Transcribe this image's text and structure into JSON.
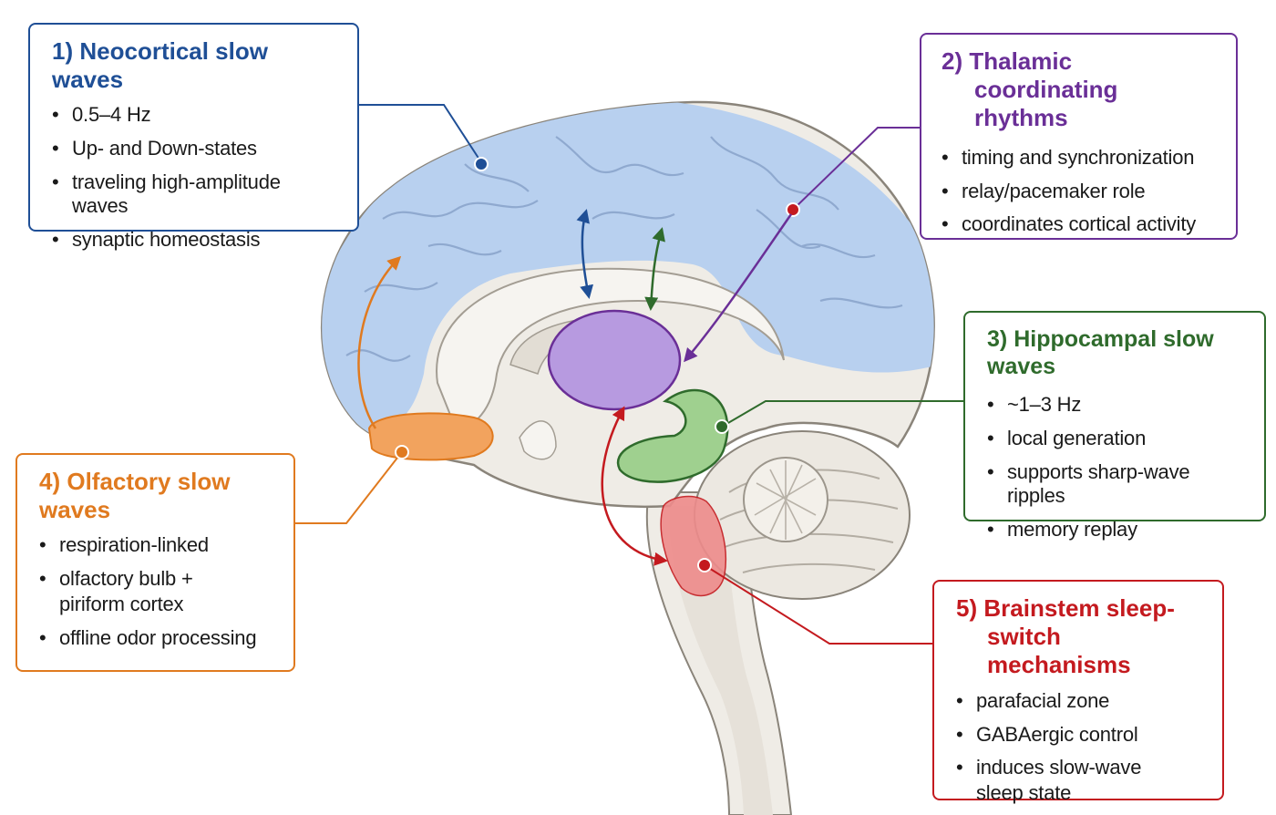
{
  "labels": {
    "neocortical": {
      "number": "1)",
      "title": "Neocortical slow waves",
      "items": [
        "0.5–4 Hz",
        "Up- and Down-states",
        "traveling high-amplitude waves",
        "synaptic homeostasis"
      ]
    },
    "thalamic": {
      "number": "2)",
      "title_line1": "Thalamic",
      "title_line2": "coordinating rhythms",
      "items": [
        "timing and synchronization",
        "relay/pacemaker role",
        "coordinates cortical activity"
      ]
    },
    "hippocampal": {
      "number": "3)",
      "title": "Hippocampal slow waves",
      "items": [
        "~1–3 Hz",
        "local generation",
        "supports sharp-wave ripples",
        "memory replay"
      ]
    },
    "olfactory": {
      "number": "4)",
      "title": "Olfactory slow waves",
      "items": [
        "respiration-linked",
        "olfactory bulb +",
        "piriform cortex",
        "offline odor processing"
      ]
    },
    "brainstem": {
      "number": "5)",
      "title_line1": "Brainstem sleep-",
      "title_line2": "switch mechanisms",
      "items": [
        "parafacial zone",
        "GABAergic control",
        "induces slow-wave",
        "sleep state"
      ]
    }
  },
  "colors": {
    "neocortical": "#1f4f96",
    "thalamic": "#6a2f97",
    "hippocampal": "#2f6b2c",
    "olfactory": "#e07a1f",
    "brainstem": "#c41a1f",
    "cortex_fill": "#b8d0ef",
    "thalamus_fill": "#b79ae0",
    "hippocampus_fill": "#9fd08f",
    "olfactory_fill": "#f2a35e",
    "brainstem_fill": "#ee8b8b",
    "tissue_fill": "#efece6"
  }
}
